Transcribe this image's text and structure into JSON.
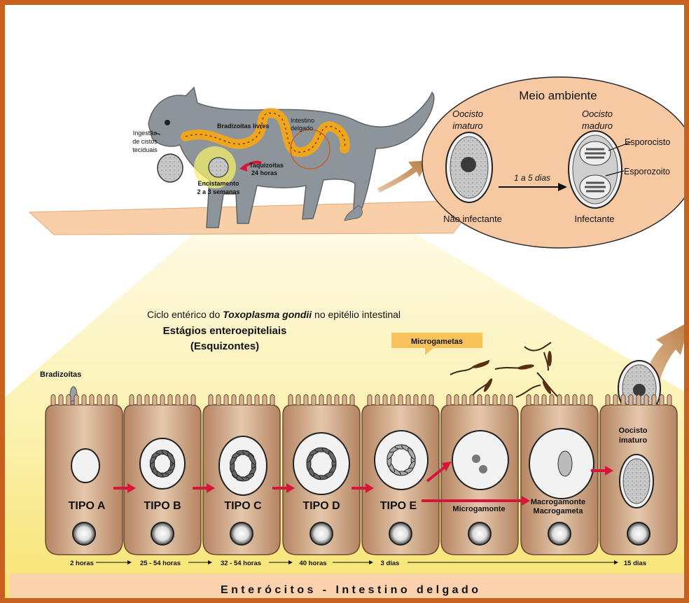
{
  "top": {
    "cat_labels": {
      "ingestao": [
        "Ingestão",
        "de cistos",
        "teciduais"
      ],
      "bradizoitas_livres": "Bradizoitas livres",
      "intestino": [
        "Intestino",
        "delgado"
      ],
      "taquizoitas": [
        "Taquizoitas",
        "24 horas"
      ],
      "encistamento": [
        "Encistamento",
        "2 a 3 semanas"
      ]
    },
    "ambiente": {
      "title": "Meio ambiente",
      "left_title": [
        "Oocisto",
        "imaturo"
      ],
      "right_title": [
        "Oocisto",
        "maduro"
      ],
      "esporocisto": "Esporocisto",
      "esporozoito": "Esporozoito",
      "days": "1 a 5 dias",
      "nao_infectante": "Não infectante",
      "infectante": "Infectante"
    }
  },
  "middle": {
    "title_pre": "Ciclo entérico do ",
    "title_species": "Toxoplasma gondii",
    "title_post": " no epitélio intestinal",
    "subtitle1": "Estágios enteroepiteliais",
    "subtitle2": "(Esquizontes)",
    "microgametas": "Microgametas",
    "bradizoitas": "Bradizoítas",
    "oocisto_imaturo": [
      "Oocisto",
      "imaturo"
    ]
  },
  "cells": {
    "tipo_a": "TIPO A",
    "tipo_b": "TIPO B",
    "tipo_c": "TIPO C",
    "tipo_d": "TIPO D",
    "tipo_e": "TIPO E",
    "microgamonte": "Microgamonte",
    "macrogamonte": "Macrogamonte",
    "macrogameta": "Macrogameta"
  },
  "timeline": [
    "2 horas",
    "25 - 54 horas",
    "32 - 54 horas",
    "40 horas",
    "3 dias",
    "15 dias"
  ],
  "footer": "E n t e r ó c i t o s   -   I n t e s t i n o   d e l g a d o",
  "colors": {
    "border": "#c8611d",
    "peach": "#f7c9a3",
    "cell": "#c9a384",
    "arrow": "#d9143a",
    "footer_bg": "#fbd2ad"
  }
}
